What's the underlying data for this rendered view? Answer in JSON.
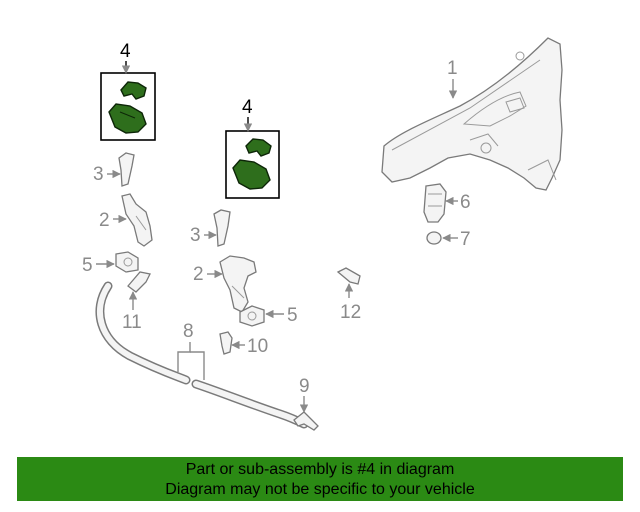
{
  "callouts": {
    "c1": "1",
    "c2a": "2",
    "c2b": "2",
    "c3a": "3",
    "c3b": "3",
    "c4a": "4",
    "c4b": "4",
    "c5a": "5",
    "c5b": "5",
    "c6": "6",
    "c7": "7",
    "c8": "8",
    "c9": "9",
    "c10": "10",
    "c11": "11",
    "c12": "12"
  },
  "banner": {
    "line1": "Part or sub-assembly is #4 in diagram",
    "line2": "Diagram may not be specific to your vehicle"
  },
  "colors": {
    "highlight_part": "#2e6e1c",
    "banner_bg": "#2b8a14",
    "callout_gray": "#8a8a8a"
  }
}
